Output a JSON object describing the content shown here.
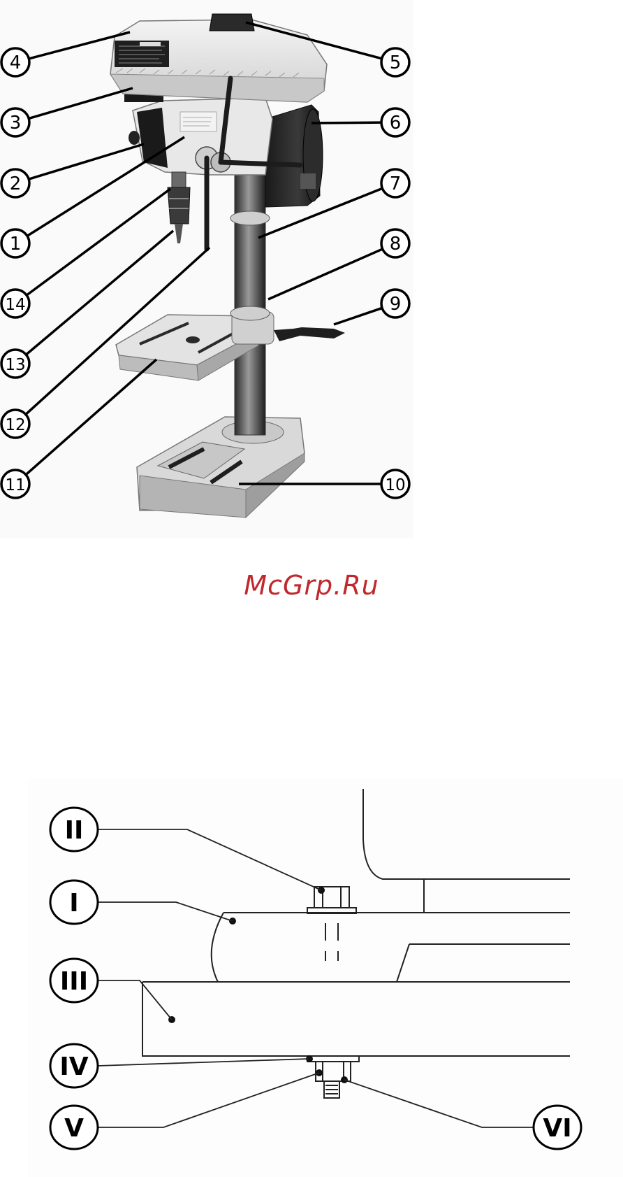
{
  "figure1": {
    "callouts": [
      {
        "label": "4"
      },
      {
        "label": "3"
      },
      {
        "label": "2"
      },
      {
        "label": "1"
      },
      {
        "label": "14"
      },
      {
        "label": "13"
      },
      {
        "label": "12"
      },
      {
        "label": "11"
      },
      {
        "label": "5"
      },
      {
        "label": "6"
      },
      {
        "label": "7"
      },
      {
        "label": "8"
      },
      {
        "label": "9"
      },
      {
        "label": "10"
      }
    ]
  },
  "watermark": {
    "text": "McGrp.Ru",
    "color": "#c0282d"
  },
  "figure2": {
    "callouts": [
      {
        "label": "II"
      },
      {
        "label": "I"
      },
      {
        "label": "III"
      },
      {
        "label": "IV"
      },
      {
        "label": "V"
      },
      {
        "label": "VI"
      }
    ]
  }
}
